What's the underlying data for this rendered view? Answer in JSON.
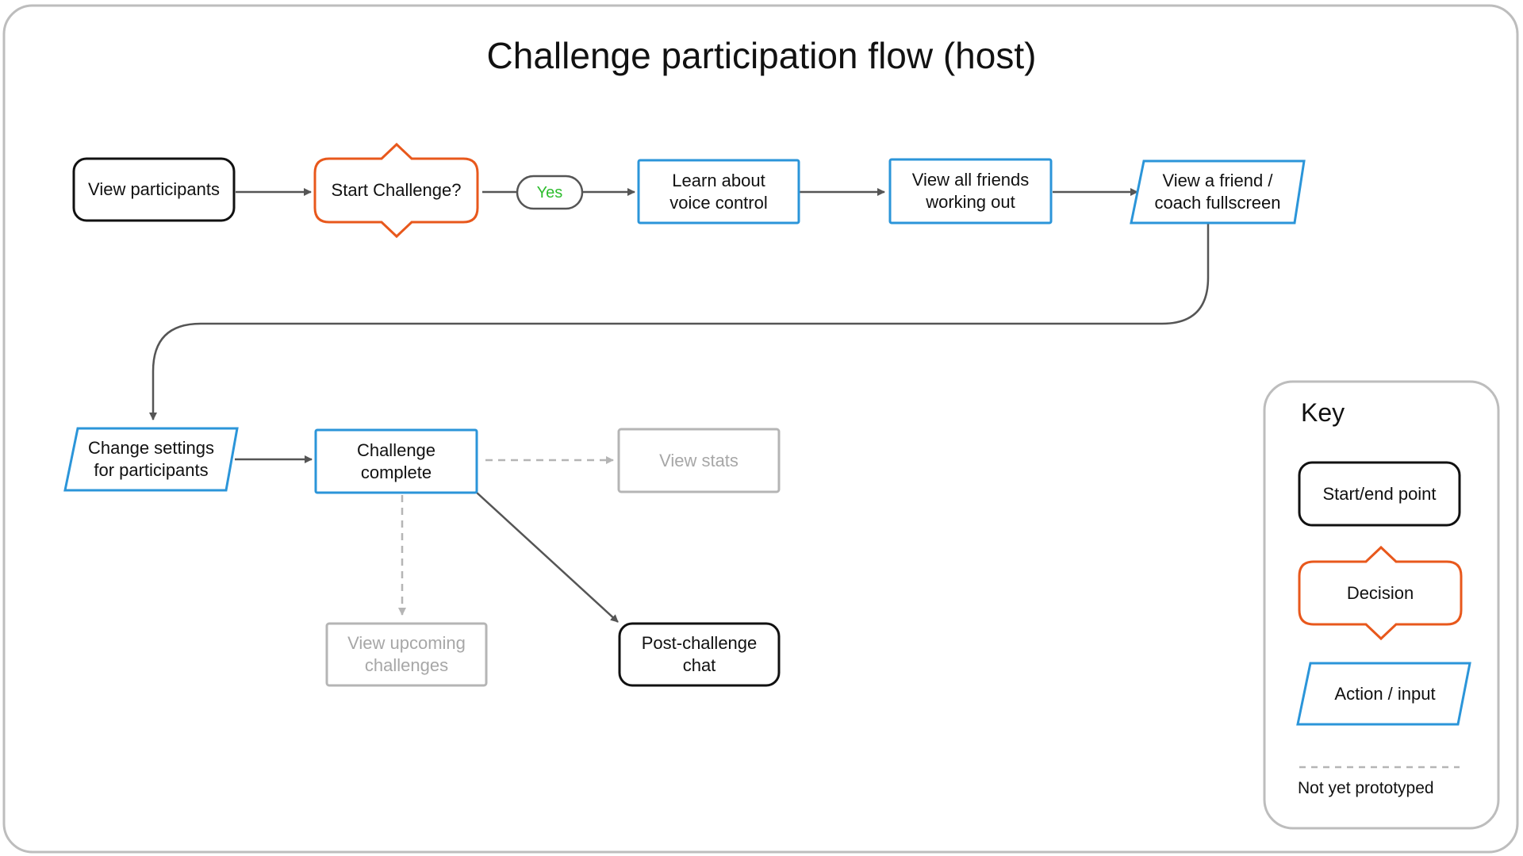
{
  "title": "Challenge participation flow (host)",
  "nodes": {
    "view_participants": "View participants",
    "start_challenge": "Start Challenge?",
    "yes": "Yes",
    "learn_voice": [
      "Learn about",
      "voice control"
    ],
    "view_friends": [
      "View all friends",
      "working out"
    ],
    "view_friend_full": [
      "View a friend /",
      "coach fullscreen"
    ],
    "change_settings": [
      "Change settings",
      "for participants"
    ],
    "challenge_complete": [
      "Challenge",
      "complete"
    ],
    "view_stats": "View stats",
    "view_upcoming": [
      "View upcoming",
      "challenges"
    ],
    "post_chat": [
      "Post-challenge",
      "chat"
    ]
  },
  "key": {
    "title": "Key",
    "start_end": "Start/end point",
    "decision": "Decision",
    "action_input": "Action / input",
    "not_prototyped": "Not yet prototyped"
  },
  "colors": {
    "terminal_border": "#111111",
    "decision_border": "#e8581c",
    "action_border": "#2b95d9",
    "muted_border": "#b5b5b5",
    "muted_text": "#a7a7a7",
    "yes_text": "#2ebd2e",
    "connector": "#555555",
    "frame_border": "#bdbdbd"
  }
}
